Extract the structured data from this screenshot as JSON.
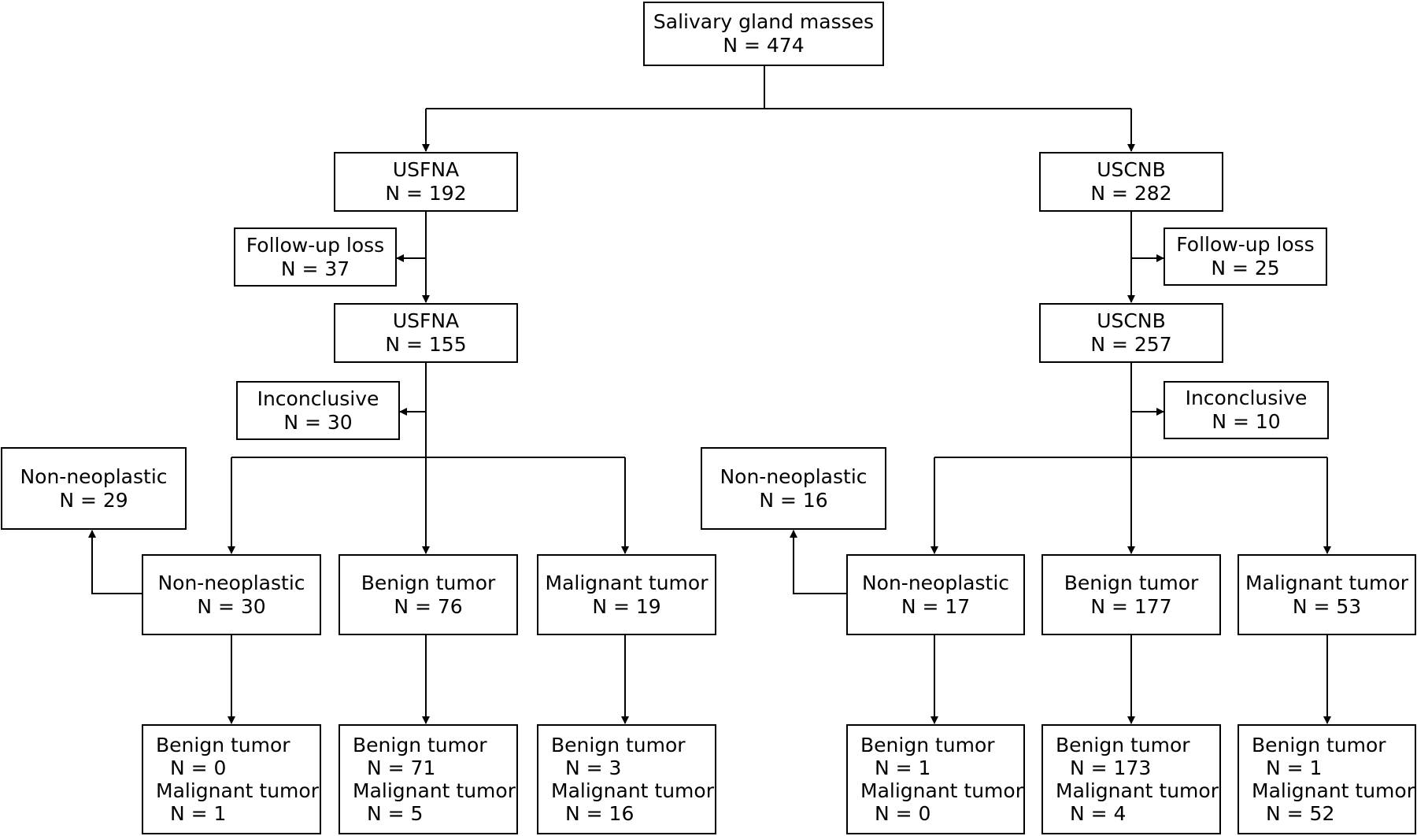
{
  "nodes": {
    "root": {
      "title": "Salivary gland masses",
      "n": "N = 474"
    },
    "fna_all": {
      "title": "USFNA",
      "n": "N = 192"
    },
    "fna_loss": {
      "title": "Follow-up loss",
      "n": "N = 37"
    },
    "fna_fu": {
      "title": "USFNA",
      "n": "N = 155"
    },
    "fna_inconcl": {
      "title": "Inconclusive",
      "n": "N = 30"
    },
    "fna_nonneo_excl": {
      "title": "Non-neoplastic",
      "n": "N = 29"
    },
    "fna_nonneo": {
      "title": "Non-neoplastic",
      "n": "N = 30"
    },
    "fna_benign": {
      "title": "Benign tumor",
      "n": "N = 76"
    },
    "fna_malig": {
      "title": "Malignant tumor",
      "n": "N = 19"
    },
    "fna_nonneo_out": {
      "benign_label": "Benign tumor",
      "benign_n": "N = 0",
      "malig_label": "Malignant tumor",
      "malig_n": "N = 1"
    },
    "fna_benign_out": {
      "benign_label": "Benign tumor",
      "benign_n": "N = 71",
      "malig_label": "Malignant tumor",
      "malig_n": "N = 5"
    },
    "fna_malig_out": {
      "benign_label": "Benign tumor",
      "benign_n": "N = 3",
      "malig_label": "Malignant tumor",
      "malig_n": "N = 16"
    },
    "cnb_all": {
      "title": "USCNB",
      "n": "N = 282"
    },
    "cnb_loss": {
      "title": "Follow-up loss",
      "n": "N = 25"
    },
    "cnb_fu": {
      "title": "USCNB",
      "n": "N = 257"
    },
    "cnb_inconcl": {
      "title": "Inconclusive",
      "n": "N = 10"
    },
    "cnb_nonneo_excl": {
      "title": "Non-neoplastic",
      "n": "N = 16"
    },
    "cnb_nonneo": {
      "title": "Non-neoplastic",
      "n": "N = 17"
    },
    "cnb_benign": {
      "title": "Benign tumor",
      "n": "N = 177"
    },
    "cnb_malig": {
      "title": "Malignant tumor",
      "n": "N = 53"
    },
    "cnb_nonneo_out": {
      "benign_label": "Benign tumor",
      "benign_n": "N = 1",
      "malig_label": "Malignant tumor",
      "malig_n": "N = 0"
    },
    "cnb_benign_out": {
      "benign_label": "Benign tumor",
      "benign_n": "N = 173",
      "malig_label": "Malignant tumor",
      "malig_n": "N = 4"
    },
    "cnb_malig_out": {
      "benign_label": "Benign tumor",
      "benign_n": "N = 1",
      "malig_label": "Malignant tumor",
      "malig_n": "N = 52"
    }
  }
}
